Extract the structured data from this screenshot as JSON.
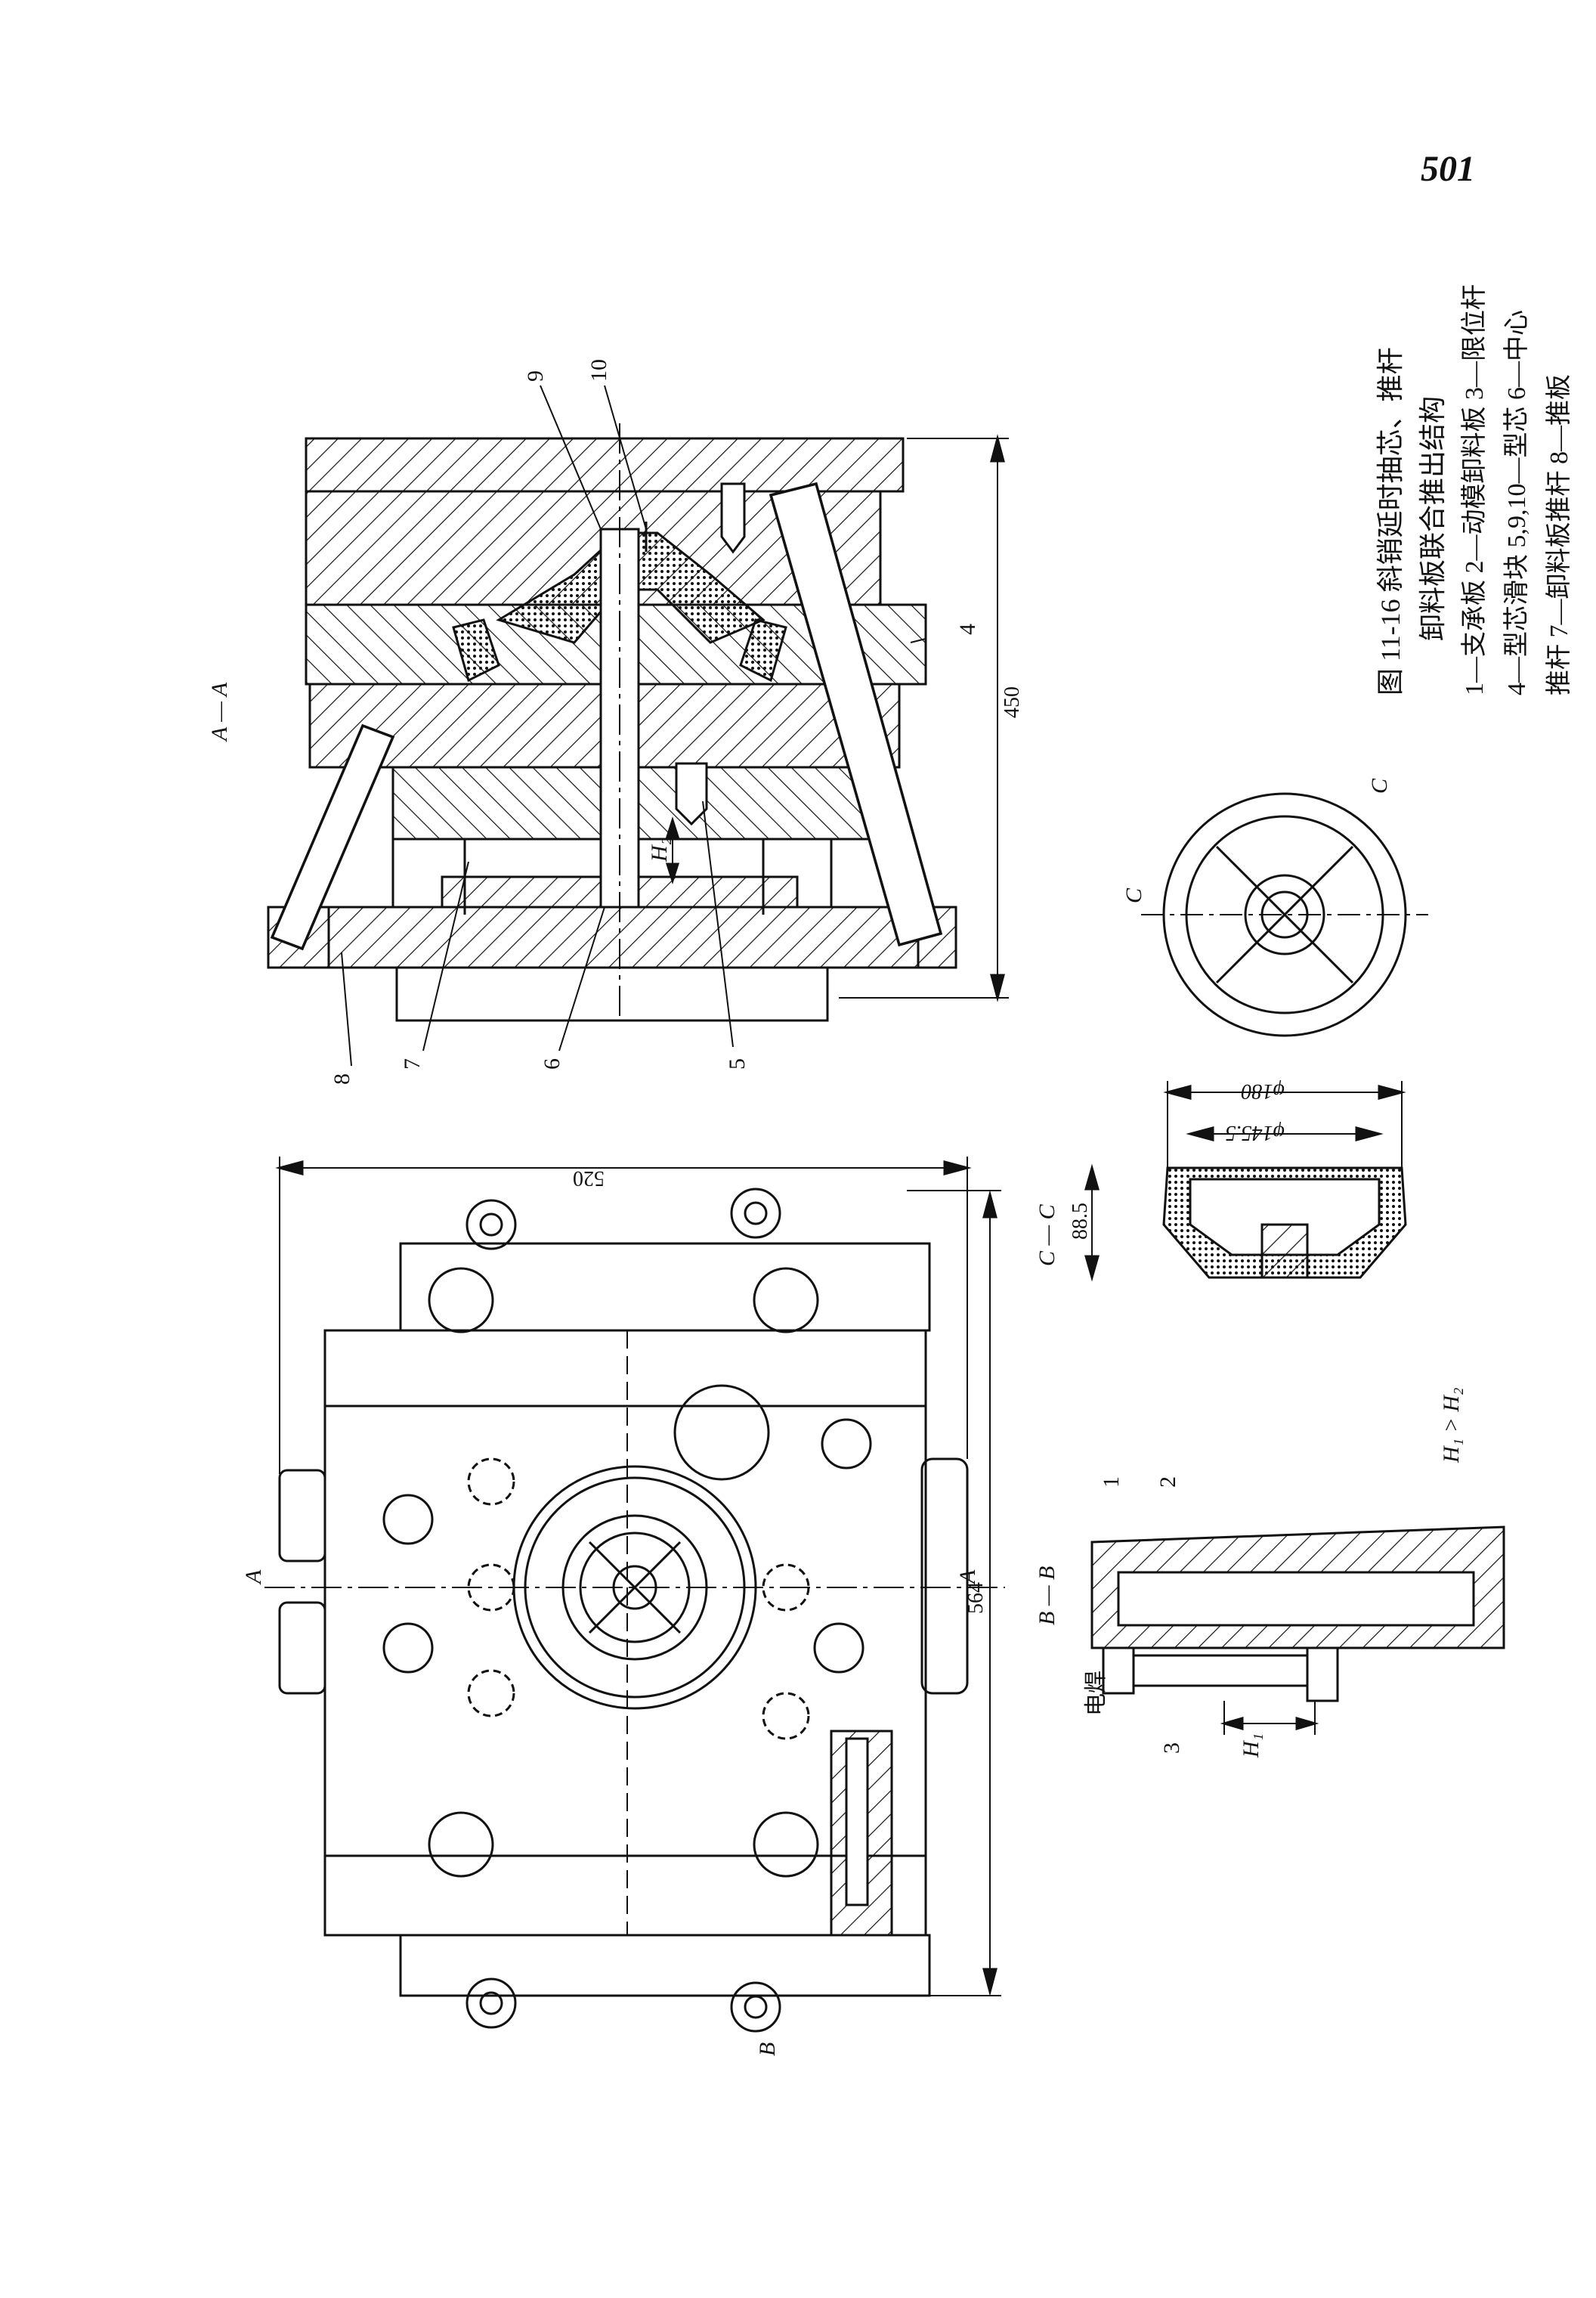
{
  "page_number": "501",
  "caption": {
    "title_line1": "图 11-16  斜销延时抽芯、推杆",
    "title_line2": "卸料板联合推出结构",
    "legend_line1": "1—支承板  2—动模卸料板  3—限位杆",
    "legend_line2": "4—型芯滑块  5,9,10—型芯  6—中心",
    "legend_line3": "推杆  7—卸料板推杆  8—推板"
  },
  "section_labels": {
    "aa": "A — A",
    "bb": "B — B",
    "cc": "C — C"
  },
  "part_numbers": [
    "1",
    "2",
    "3",
    "4",
    "5",
    "6",
    "7",
    "8",
    "9",
    "10"
  ],
  "dimensions": {
    "d450": "450",
    "d520": "520",
    "d564": "564",
    "d88_5": "88.5",
    "phi145_5": "φ145.5",
    "phi180": "φ180",
    "h1": "H₁",
    "h2": "H₂"
  },
  "notes": {
    "h_relation": "H₁ > H₂",
    "weld": "电焊"
  },
  "markers": {
    "A": "A",
    "B": "B",
    "C": "C"
  },
  "colors": {
    "ink": "#111111",
    "paper": "#ffffff"
  }
}
